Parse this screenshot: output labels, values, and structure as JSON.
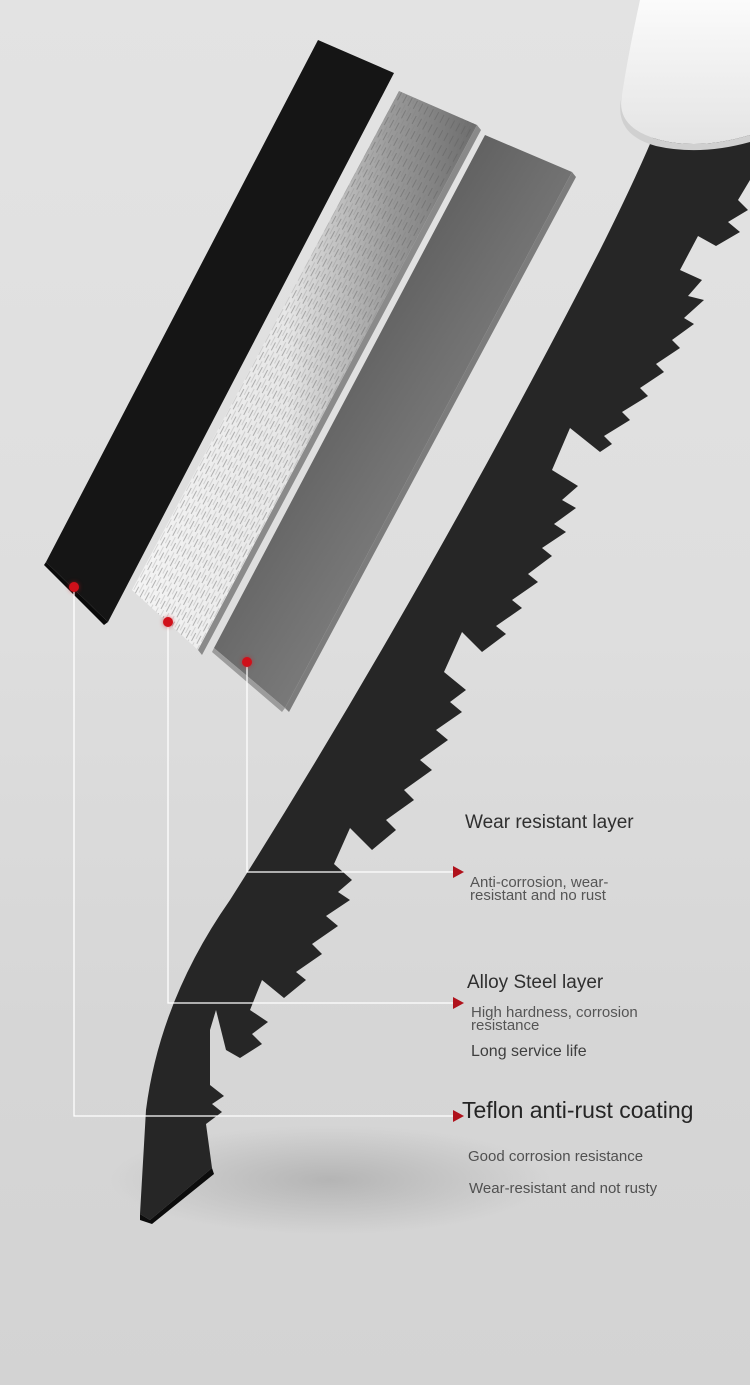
{
  "product": {
    "subject": "saw-blade-layer-structure",
    "colors": {
      "background": "#dedede",
      "blade": "#242424",
      "accent_red": "#c0121c",
      "leader_line": "#ffffff"
    }
  },
  "layers": [
    {
      "id": "wear-resistant",
      "title": "Wear resistant layer",
      "descriptions": [
        "Anti-corrosion, wear-\nresistant and no rust"
      ]
    },
    {
      "id": "alloy-steel",
      "title": "Alloy Steel layer",
      "descriptions": [
        "High hardness, corrosion\nresistance",
        "Long service life"
      ]
    },
    {
      "id": "teflon-coating",
      "title": "Teflon anti-rust coating",
      "descriptions": [
        "Good corrosion resistance",
        "Wear-resistant and not rusty"
      ]
    }
  ],
  "labels": {
    "l1_title": "Wear resistant layer",
    "l1_desc_a": "Anti-corrosion, wear-",
    "l1_desc_b": "resistant and no rust",
    "l2_title": "Alloy Steel layer",
    "l2_desc_a": "High hardness, corrosion",
    "l2_desc_b": "resistance",
    "l2_desc_c": "Long service life",
    "l3_title": "Teflon anti-rust coating",
    "l3_desc_a": "Good corrosion resistance",
    "l3_desc_b": "Wear-resistant and not rusty"
  }
}
